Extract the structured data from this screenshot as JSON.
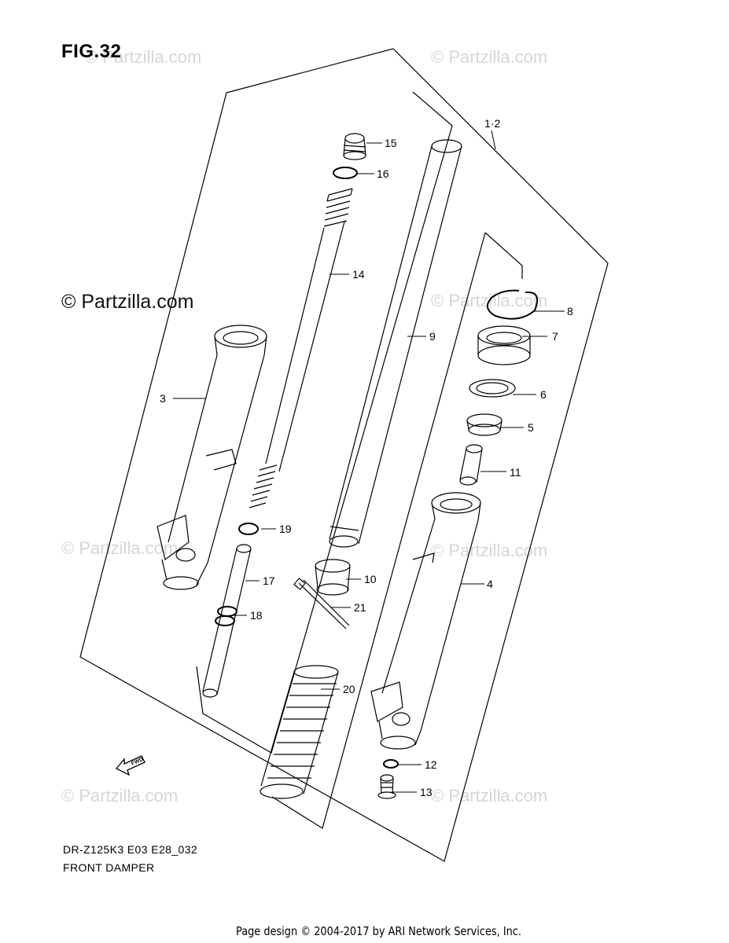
{
  "figure": {
    "title": "FIG.32",
    "model_code": "DR-Z125K3 E03 E28_032",
    "diagram_name": "FRONT DAMPER",
    "fwd_label": "FWD"
  },
  "watermarks": {
    "main": "© Partzilla.com",
    "faint": "© Partzilla.com"
  },
  "footer": {
    "text": "Page design © 2004-2017 by ARI Network Services, Inc."
  },
  "callouts": [
    {
      "id": "c12",
      "label": "1·2"
    },
    {
      "id": "c3",
      "label": "3"
    },
    {
      "id": "c4",
      "label": "4"
    },
    {
      "id": "c5",
      "label": "5"
    },
    {
      "id": "c6",
      "label": "6"
    },
    {
      "id": "c7",
      "label": "7"
    },
    {
      "id": "c8",
      "label": "8"
    },
    {
      "id": "c9",
      "label": "9"
    },
    {
      "id": "c10",
      "label": "10"
    },
    {
      "id": "c11",
      "label": "11"
    },
    {
      "id": "c12b",
      "label": "12"
    },
    {
      "id": "c13",
      "label": "13"
    },
    {
      "id": "c14",
      "label": "14"
    },
    {
      "id": "c15",
      "label": "15"
    },
    {
      "id": "c16",
      "label": "16"
    },
    {
      "id": "c17",
      "label": "17"
    },
    {
      "id": "c18",
      "label": "18"
    },
    {
      "id": "c19",
      "label": "19"
    },
    {
      "id": "c20",
      "label": "20"
    },
    {
      "id": "c21",
      "label": "21"
    }
  ]
}
